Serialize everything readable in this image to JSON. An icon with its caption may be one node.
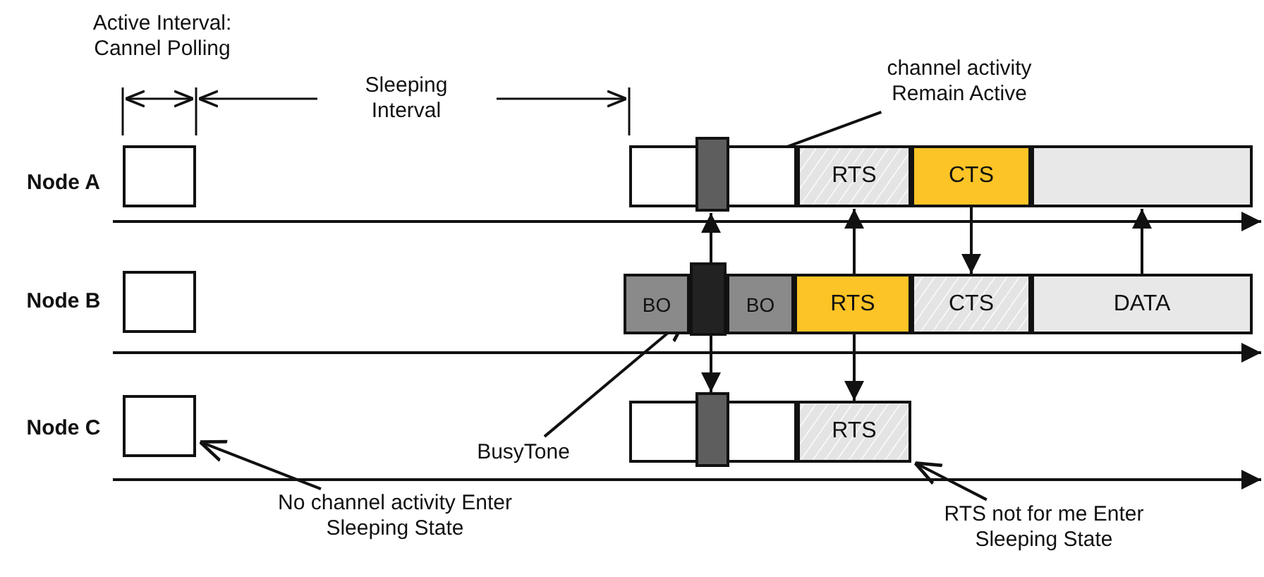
{
  "diagram": {
    "nodes": [
      {
        "text": [],
        "shape": "box"
      },
      {
        "text": [],
        "shape": "box"
      },
      {
        "text": [],
        "shape": "bar"
      },
      {
        "text": [
          "RTS"
        ]
      },
      {
        "text": [
          "CTS"
        ]
      },
      {
        "text": [],
        "shape": "box"
      },
      {
        "text": [],
        "shape": "box"
      },
      {
        "text": [
          "BO"
        ]
      },
      {
        "text": [],
        "shape": "bar"
      },
      {
        "text": [
          "BO"
        ]
      },
      {
        "text": [
          "RTS"
        ]
      },
      {
        "text": [
          "CTS"
        ]
      },
      {
        "text": [
          "DATA"
        ]
      },
      {
        "text": [],
        "shape": "box"
      },
      {
        "text": [],
        "shape": "box"
      },
      {
        "text": [],
        "shape": "bar"
      },
      {
        "text": [
          "RTS"
        ]
      },
      {
        "text": [
          "channel activity Remain Active"
        ]
      },
      {
        "text": [
          "BusyTone"
        ]
      },
      {
        "text": [
          "No channel activity Enter Sleeping State"
        ]
      },
      {
        "text": [
          "RTS not for me Enter Sleeping State"
        ]
      }
    ],
    "edges": [
      {
        "from": 8,
        "to": 2,
        "arrow": "to"
      },
      {
        "from": 8,
        "to": 15,
        "arrow": "to"
      },
      {
        "from": 10,
        "to": 3,
        "arrow": "to"
      },
      {
        "from": 10,
        "to": 16,
        "arrow": "to"
      },
      {
        "from": 4,
        "to": 11,
        "arrow": "to"
      },
      {
        "from": 12,
        "to": 5,
        "arrow": "to"
      },
      {
        "from": 17,
        "to": 2,
        "arrow": "to"
      },
      {
        "from": 18,
        "to": 8,
        "arrow": "to"
      },
      {
        "from": 19,
        "to": 13,
        "arrow": "to"
      },
      {
        "from": 20,
        "to": 16,
        "arrow": "to"
      }
    ],
    "labels": [
      "Active Interval: Cannel Polling",
      "Sleeping Interval",
      "Node A",
      "Node B",
      "Node C"
    ]
  }
}
